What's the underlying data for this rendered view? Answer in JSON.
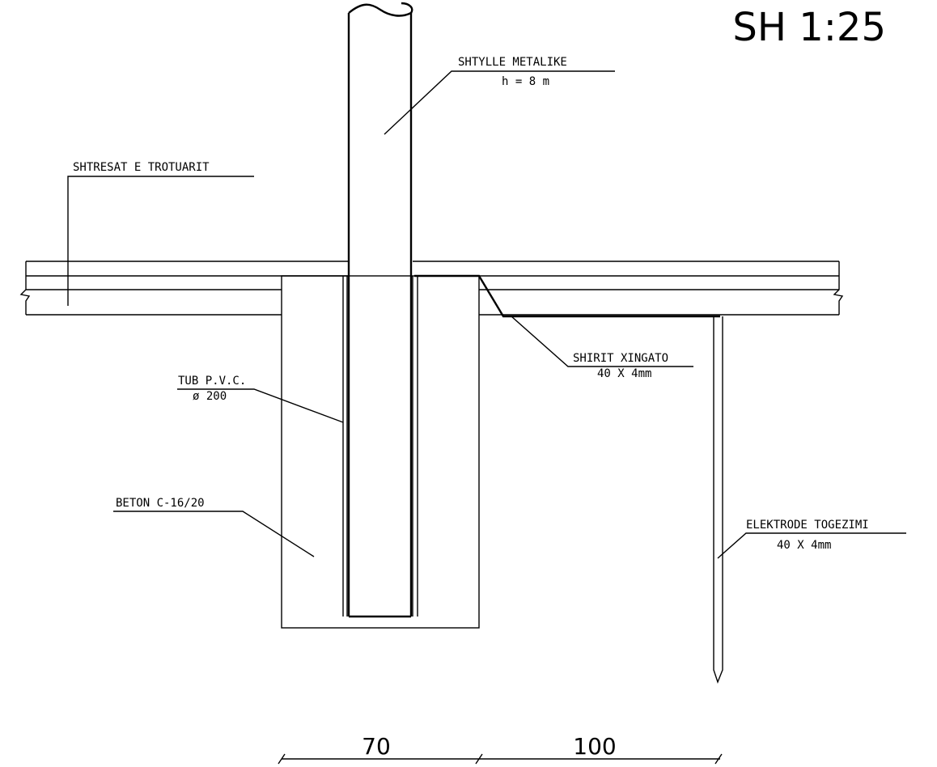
{
  "scale": "SH 1:25",
  "labels": {
    "pole": {
      "title": "SHTYLLE  METALIKE",
      "sub": "h = 8 m"
    },
    "sidewalk": {
      "title": "SHTRESAT E TROTUARIT"
    },
    "pvc_pipe": {
      "title": "TUB P.V.C.",
      "sub": "ø 200"
    },
    "concrete": {
      "title": "BETON  C-16/20"
    },
    "strip": {
      "title": "SHIRIT XINGATO",
      "sub": "40 X 4mm"
    },
    "electrode": {
      "title": "ELEKTRODE TOGEZIMI",
      "sub": "40 X 4mm"
    }
  },
  "dimensions": [
    "70",
    "100"
  ]
}
